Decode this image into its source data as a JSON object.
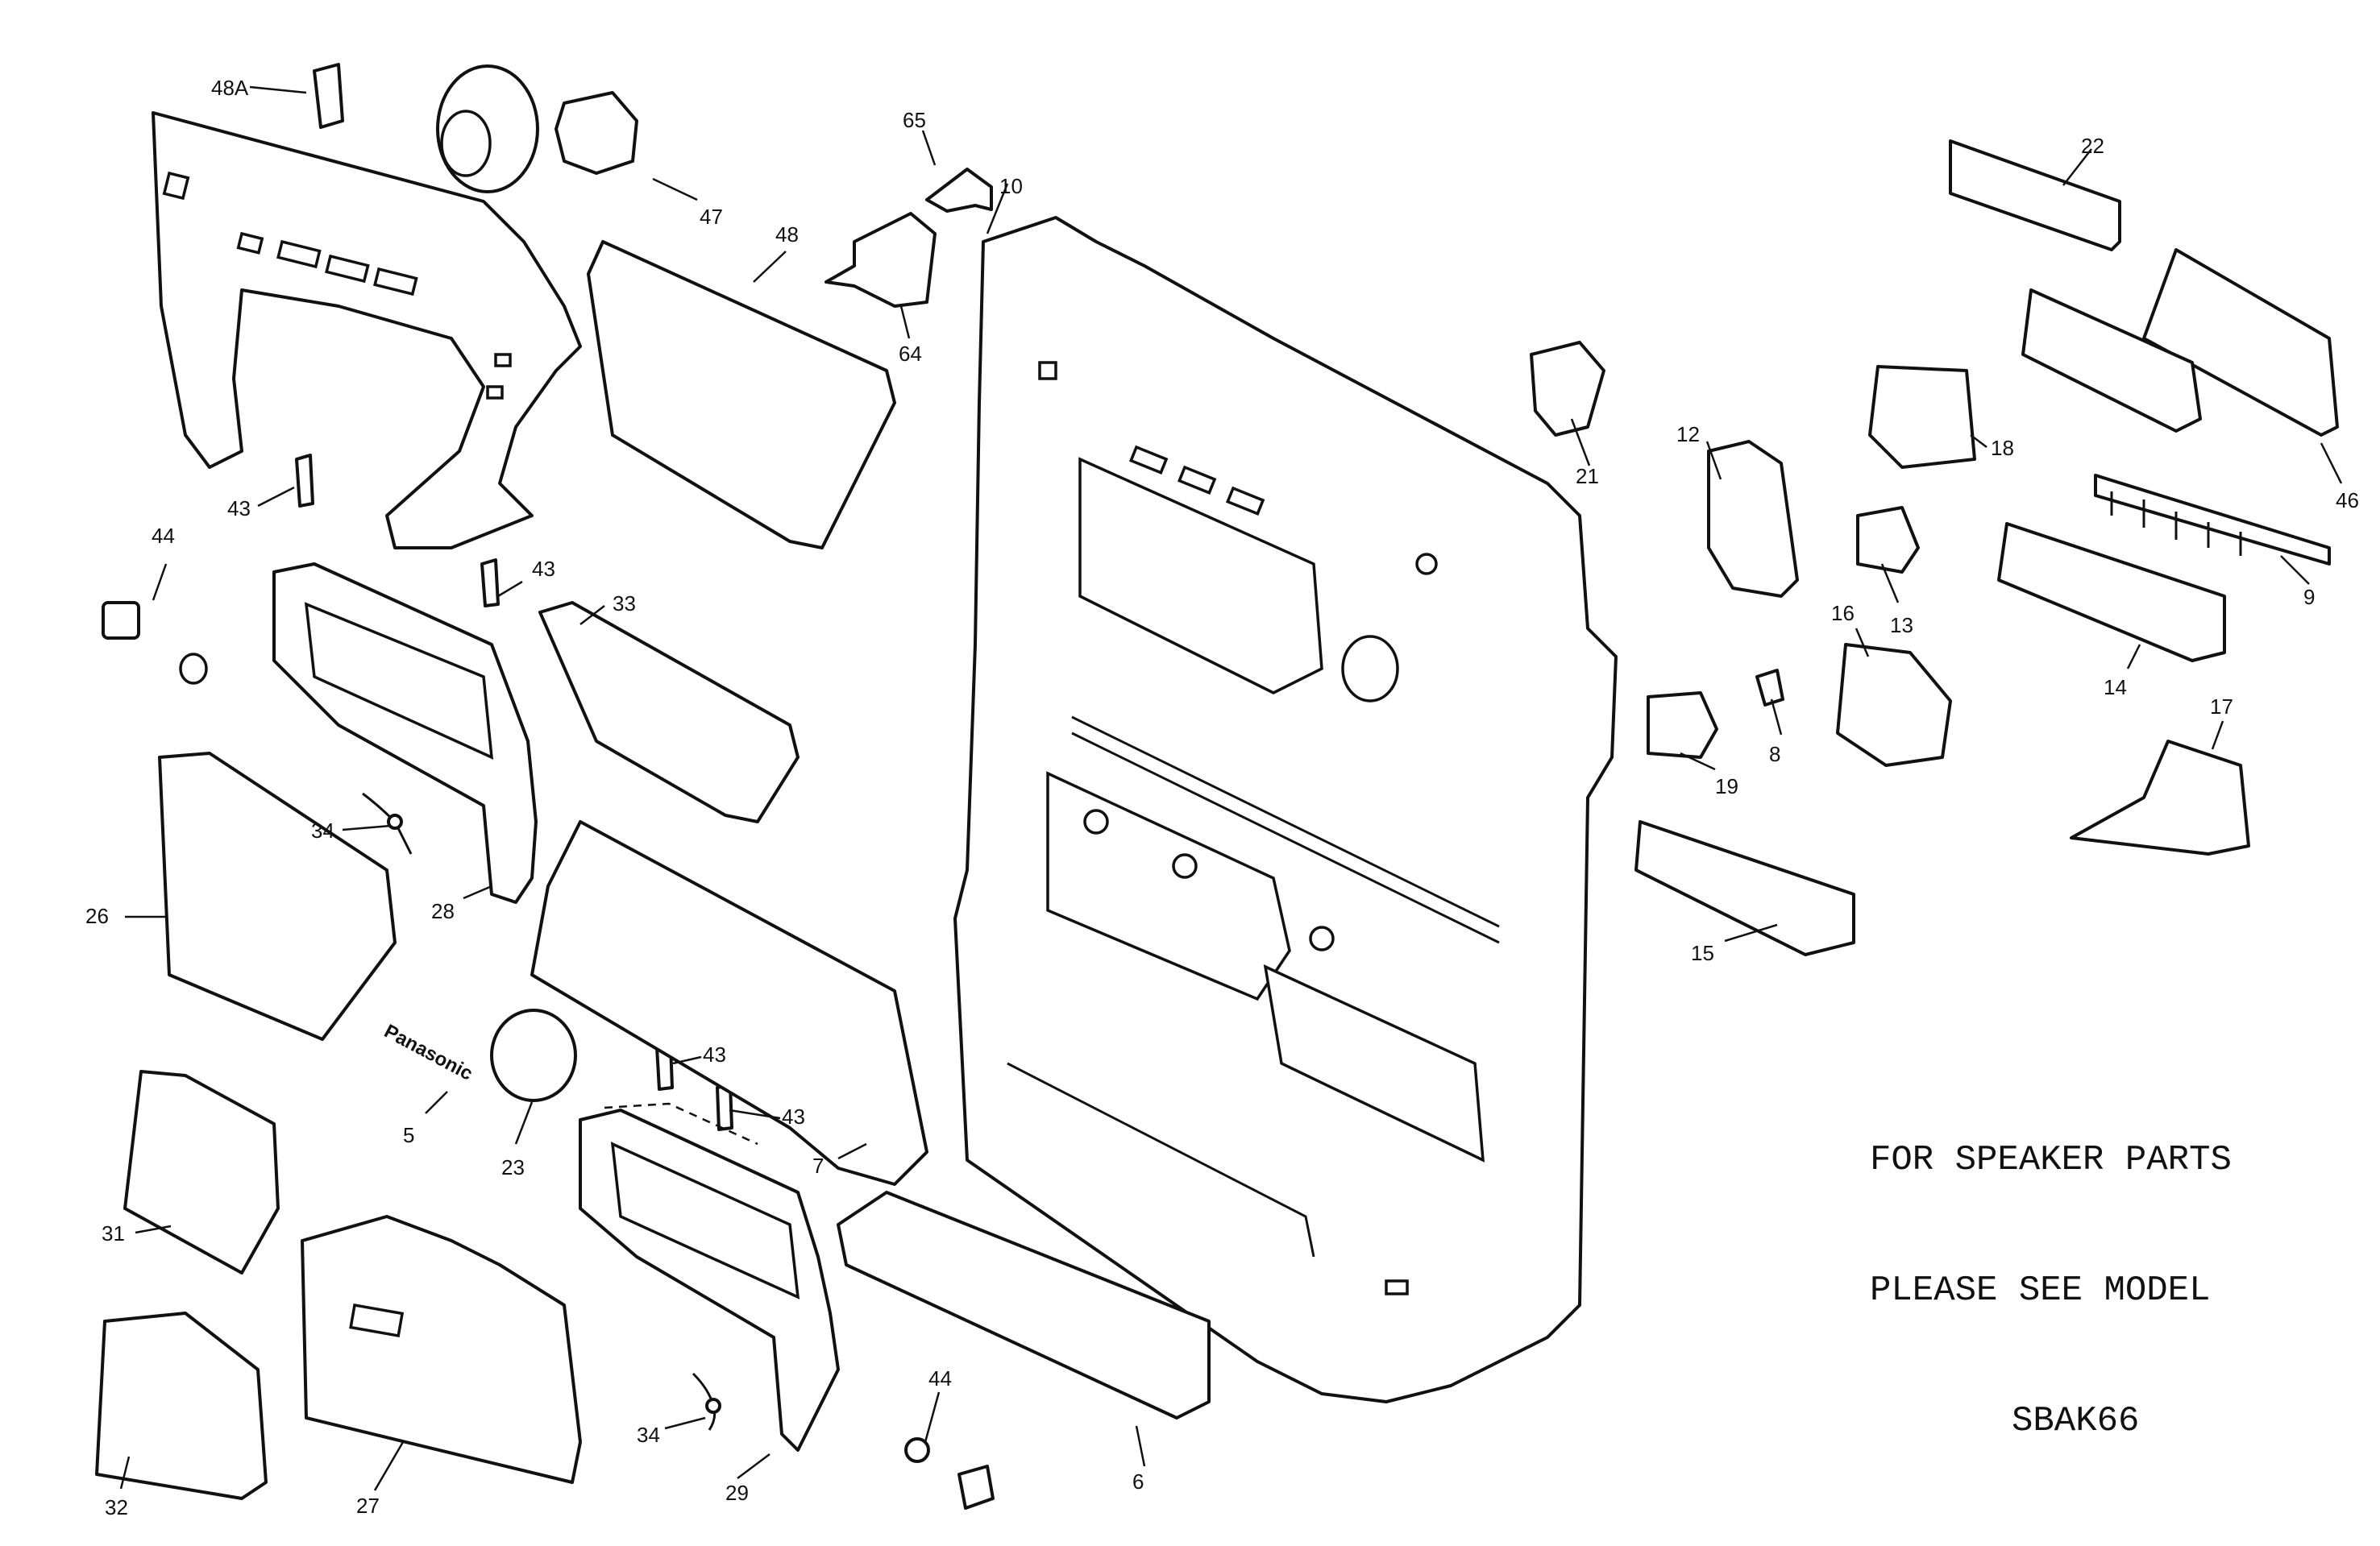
{
  "brand_label": "Panasonic",
  "note": {
    "line1": "FOR SPEAKER PARTS",
    "line2": "PLEASE SEE MODEL",
    "line3": "SBAK66"
  },
  "callouts": {
    "c48a": "48A",
    "c47": "47",
    "c48": "48",
    "c65": "65",
    "c64": "64",
    "c10": "10",
    "c22": "22",
    "c46": "46",
    "c21": "21",
    "c12": "12",
    "c18": "18",
    "c13": "13",
    "c9": "9",
    "c14": "14",
    "c16": "16",
    "c8": "8",
    "c19": "19",
    "c17": "17",
    "c15": "15",
    "c44a": "44",
    "c43a": "43",
    "c43b": "43",
    "c33": "33",
    "c34a": "34",
    "c26": "26",
    "c28": "28",
    "c5": "5",
    "c23": "23",
    "c43c": "43",
    "c43d": "43",
    "c7": "7",
    "c31": "31",
    "c32": "32",
    "c27": "27",
    "c34b": "34",
    "c29": "29",
    "c44b": "44",
    "c6": "6"
  }
}
